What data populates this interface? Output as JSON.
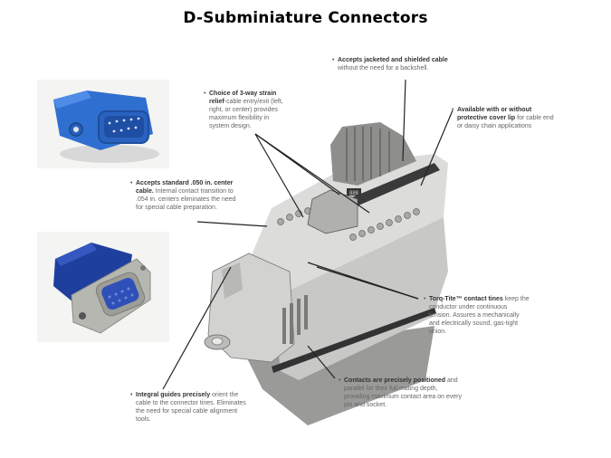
{
  "title": "D-Subminiature Connectors",
  "photos": [
    {
      "name": "blue-plastic-dsub-connector-photo",
      "description": "Blue IDC D-sub 9-pin male connector"
    },
    {
      "name": "metal-shell-dsub-connector-photo",
      "description": "Blue IDC D-sub 9-pin female connector with metal shell"
    }
  ],
  "diagram": {
    "description": "Cutaway illustration of IDC D-subminiature connector",
    "label_mark": "888"
  },
  "callouts": [
    {
      "id": "jacketed-cable",
      "bold": "Accepts jacketed and shielded cable",
      "text": " without the need for a backshell."
    },
    {
      "id": "strain-relief",
      "bold": "Choice of 3-way strain relief",
      "text": "-cable entry/exit (left, right, or center) provides maximum flexibility in system design."
    },
    {
      "id": "cover-lip",
      "bold": "Available with or without protective cover lip",
      "text": " for cable end or daisy chain applications"
    },
    {
      "id": "standard-cable",
      "bold": "Accepts standard .050 in. center cable.",
      "text": " Internal contact transition to .054 in. centers eliminates the need for special cable preparation."
    },
    {
      "id": "torq-tite",
      "bold": "Torq-Tite™ contact tines",
      "text": " keep the conductor under continuous tension. Assures a mechanically and electrically sound, gas-tight union."
    },
    {
      "id": "contacts",
      "bold": "Contacts are precisely positioned",
      "text": " and parallel for their full mating depth, providing maximum contact area on every pin and socket."
    },
    {
      "id": "integral-guides",
      "bold": "Integral guides precisely",
      "text": " orient the cable to the connector tines. Eliminates the need for special cable alignment tools."
    }
  ]
}
